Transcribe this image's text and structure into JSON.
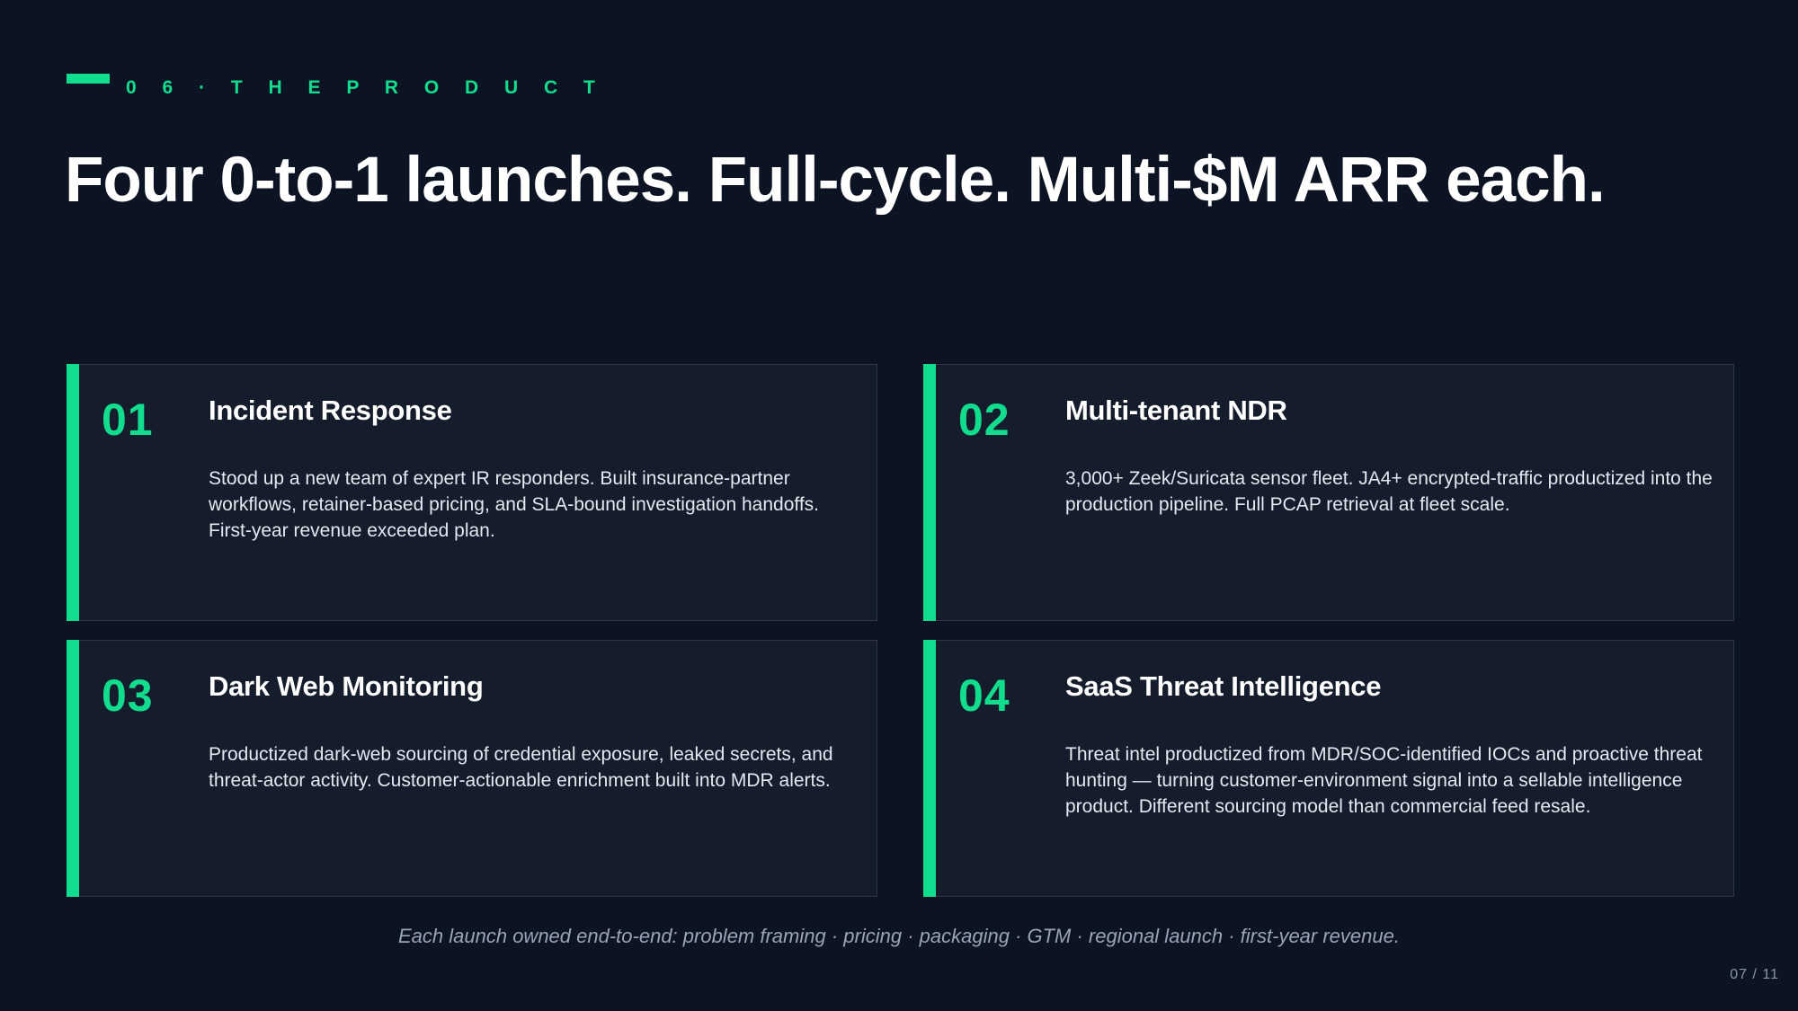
{
  "header": {
    "eyebrow": "0 6 · T H E P R O D U C T",
    "title": "Four 0-to-1 launches. Full-cycle. Multi-$M ARR each."
  },
  "cards": [
    {
      "number": "01",
      "title": "Incident Response",
      "body": "Stood up a new team of expert IR responders. Built insurance-partner workflows, retainer-based pricing, and SLA-bound investigation handoffs. First-year revenue exceeded plan."
    },
    {
      "number": "02",
      "title": "Multi-tenant NDR",
      "body": "3,000+ Zeek/Suricata sensor fleet. JA4+ encrypted-traffic productized into the production pipeline. Full PCAP retrieval at fleet scale."
    },
    {
      "number": "03",
      "title": "Dark Web Monitoring",
      "body": "Productized dark-web sourcing of credential exposure, leaked secrets, and threat-actor activity. Customer-actionable enrichment built into MDR alerts."
    },
    {
      "number": "04",
      "title": "SaaS Threat Intelligence",
      "body": "Threat intel productized from MDR/SOC-identified IOCs and proactive threat hunting — turning customer-environment signal into a sellable intelligence product. Different sourcing model than commercial feed resale."
    }
  ],
  "footer": {
    "note": "Each launch owned end-to-end: problem framing · pricing · packaging · GTM · regional launch · first-year revenue.",
    "page": "07 / 11"
  },
  "colors": {
    "background": "#0c1424",
    "accent": "#12dc8e",
    "card": "#151c2c"
  }
}
